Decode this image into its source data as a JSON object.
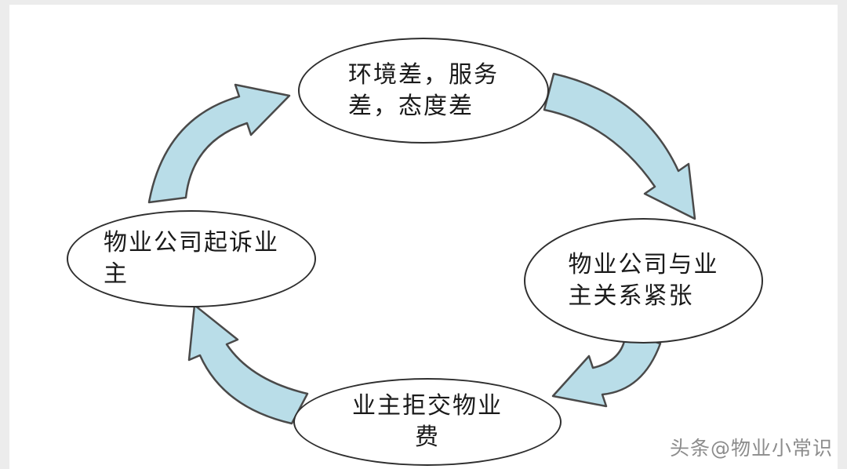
{
  "page": {
    "watermark": "头条@物业小常识"
  },
  "diagram": {
    "type": "cycle-flowchart",
    "colors": {
      "arrow_fill": "#b9dde8",
      "arrow_stroke": "#4a4a4a",
      "node_fill": "#ffffff",
      "node_stroke": "#2f2f2f",
      "text": "#1a1a1a",
      "watermark": "#8c8c8c",
      "edge": "#ececec"
    },
    "nodes": [
      {
        "id": "top",
        "lines": [
          "环境差，服务",
          "差，态度差"
        ]
      },
      {
        "id": "right",
        "lines": [
          "物业公司与业",
          "主关系紧张"
        ]
      },
      {
        "id": "bottom",
        "lines": [
          "业主拒交物业",
          "费"
        ]
      },
      {
        "id": "left",
        "lines": [
          "物业公司起诉业",
          "主"
        ]
      }
    ],
    "arrows": [
      {
        "id": "top-to-right",
        "from": "top",
        "to": "right"
      },
      {
        "id": "right-to-bottom",
        "from": "right",
        "to": "bottom"
      },
      {
        "id": "bottom-to-left",
        "from": "bottom",
        "to": "left"
      },
      {
        "id": "left-to-top",
        "from": "left",
        "to": "top"
      }
    ]
  }
}
